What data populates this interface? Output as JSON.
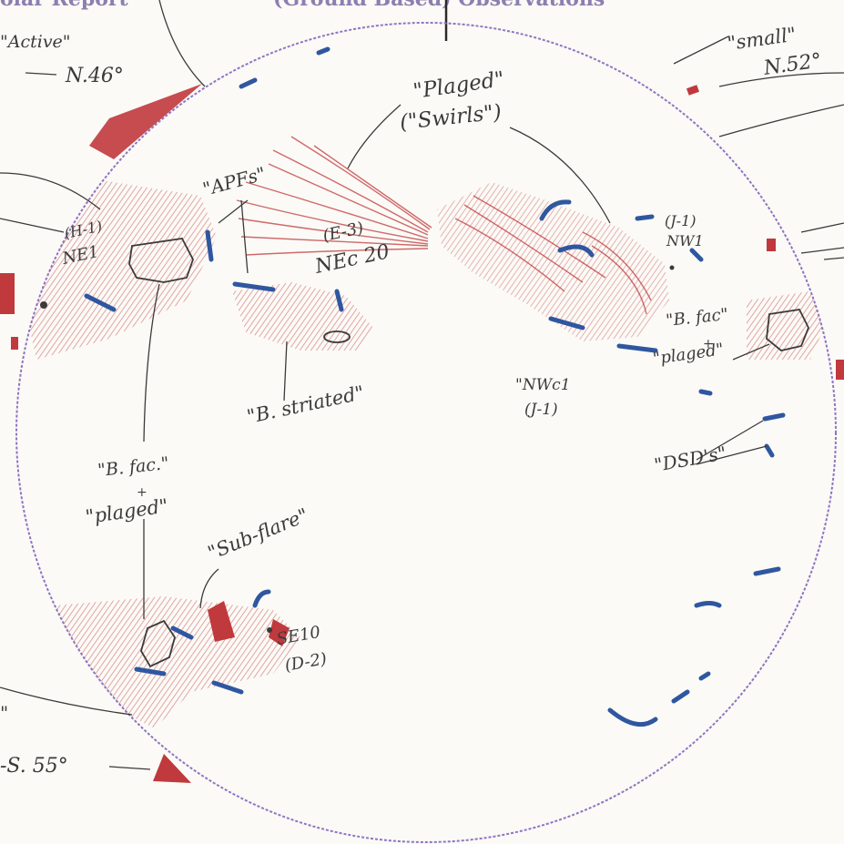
{
  "header": {
    "left": "olar Report",
    "center": "(Ground Based) Observations"
  },
  "labels": {
    "active": "\"Active\"",
    "n46": "N.46°",
    "small": "\"small\"",
    "n52": "N.52°",
    "plaged": "\"Plaged\"",
    "swirls": "(\"Swirls\")",
    "apfs": "\"APFs\"",
    "e3": "(E-3)",
    "nec20": "NEc 20",
    "h1": "(H-1)",
    "ne1": "NE1",
    "j1": "(J-1)",
    "nw1": "NW1",
    "bfac_right": "\"B. fac\"",
    "plaged_right": "\"plaged\"",
    "bstriated": "\"B. striated\"",
    "nwc1": "\"NWc1",
    "j1b": "(J-1)",
    "bfac_left": "\"B. fac.\"",
    "plaged_left": "\"plaged\"",
    "subflare": "\"Sub-flare\"",
    "se10": "SE10",
    "d2": "(D-2)",
    "dsds": "\"DSD's\"",
    "s55": "-S. 55°",
    "quote_left": "\""
  },
  "colors": {
    "paper": "#fbfaf6",
    "pencil": "#3a3a3a",
    "red": "#c0393d",
    "blue": "#2f57a0",
    "disk_outline": "#8e74c4"
  }
}
